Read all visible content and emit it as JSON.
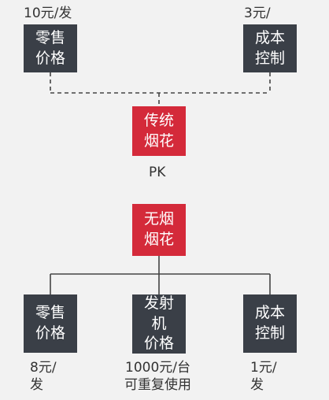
{
  "top": {
    "retail_price": {
      "box": "零售\n价格",
      "value": "10元/发"
    },
    "cost_control": {
      "box": "成本\n控制",
      "value": "3元/"
    },
    "center": "传统\n烟花"
  },
  "pk_label": "PK",
  "bottom": {
    "center": "无烟\n烟花",
    "retail_price": {
      "box": "零售\n价格",
      "value": "8元/\n发"
    },
    "launcher_price": {
      "box": "发射\n机\n价格",
      "value": "1000元/台\n可重复使用"
    },
    "cost_control": {
      "box": "成本\n控制",
      "value": "1元/\n发"
    }
  },
  "colors": {
    "dark_box": "#3a3f47",
    "red_box": "#d42a3a",
    "line": "#444444"
  }
}
